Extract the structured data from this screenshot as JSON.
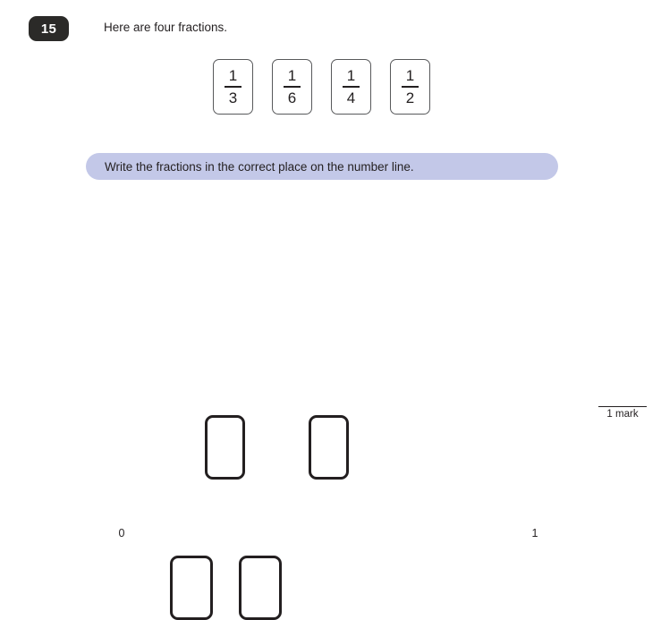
{
  "page": {
    "background_color": "#ffffff",
    "text_color": "#231f20"
  },
  "question": {
    "number": "15",
    "prompt": "Here are four fractions.",
    "badge_color": "#2b2a28"
  },
  "fraction_cards": [
    {
      "numerator": "1",
      "denominator": "3",
      "label": "1/3"
    },
    {
      "numerator": "1",
      "denominator": "6",
      "label": "1/6"
    },
    {
      "numerator": "1",
      "denominator": "4",
      "label": "1/4"
    },
    {
      "numerator": "1",
      "denominator": "2",
      "label": "1/2"
    }
  ],
  "instruction": {
    "text": "Write the fractions in the correct place on the number line.",
    "banner_color": "#c3c8e8"
  },
  "number_line": {
    "start_label": "0",
    "end_label": "1",
    "start_value": 0,
    "end_value": 1,
    "tick_count": 13,
    "interval_denominator": 12,
    "tick_labels": [
      "0",
      "",
      "",
      "",
      "",
      "",
      "",
      "",
      "",
      "",
      "",
      "",
      "1"
    ],
    "has_arrowhead_right": true,
    "line_color": "#231f20"
  },
  "answer_boxes": [
    {
      "id": "top-1",
      "position": "above",
      "points_to_tick": 3,
      "points_to_value": "3/12",
      "value": ""
    },
    {
      "id": "top-2",
      "position": "above",
      "points_to_tick": 6,
      "points_to_value": "6/12",
      "value": ""
    },
    {
      "id": "bottom-1",
      "position": "below",
      "points_to_tick": 2,
      "points_to_value": "2/12",
      "value": ""
    },
    {
      "id": "bottom-2",
      "position": "below",
      "points_to_tick": 4,
      "points_to_value": "4/12",
      "value": ""
    }
  ],
  "marks": {
    "label": "1 mark"
  }
}
